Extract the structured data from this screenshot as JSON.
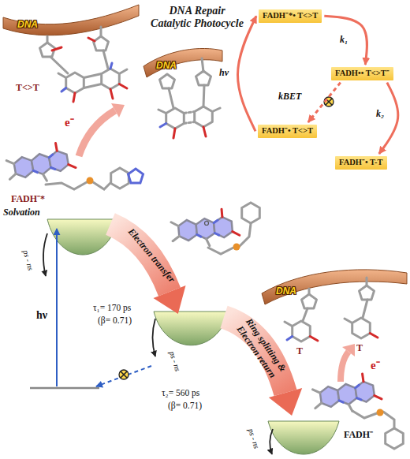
{
  "diagram": {
    "title": "DNA Repair Catalytic Photocycle",
    "nodes": [
      {
        "text": [
          "FADH⁻*• T<>T"
        ]
      },
      {
        "text": [
          "FADH•• T<>T⁻"
        ]
      },
      {
        "text": [
          "FADH⁻• T<>T"
        ]
      },
      {
        "text": [
          "FADH⁻• T-T"
        ]
      }
    ],
    "edges": [
      {
        "from": 0,
        "to": 1,
        "arrow": "to",
        "label": "k₁"
      },
      {
        "from": 1,
        "to": 2,
        "arrow": "to",
        "label": "kBET"
      },
      {
        "from": 1,
        "to": 3,
        "arrow": "to",
        "label": "k₂"
      },
      {
        "from": 2,
        "to": 0,
        "arrow": "to",
        "label": "hν"
      }
    ],
    "labels": [
      "DNA",
      "T<>T",
      "e⁻",
      "FADH⁻*",
      "DNA",
      "Solvation",
      "ps - ns",
      "hν",
      "Electron transfer",
      "τ₁= 170 ps",
      "(β= 0.71)",
      "ps - ns",
      "Ring splitting & Electron return",
      "τ₂= 560 ps",
      "(β= 0.71)",
      "ps - ns",
      "DNA",
      "T",
      "T",
      "e⁻",
      "FADH⁻"
    ]
  }
}
